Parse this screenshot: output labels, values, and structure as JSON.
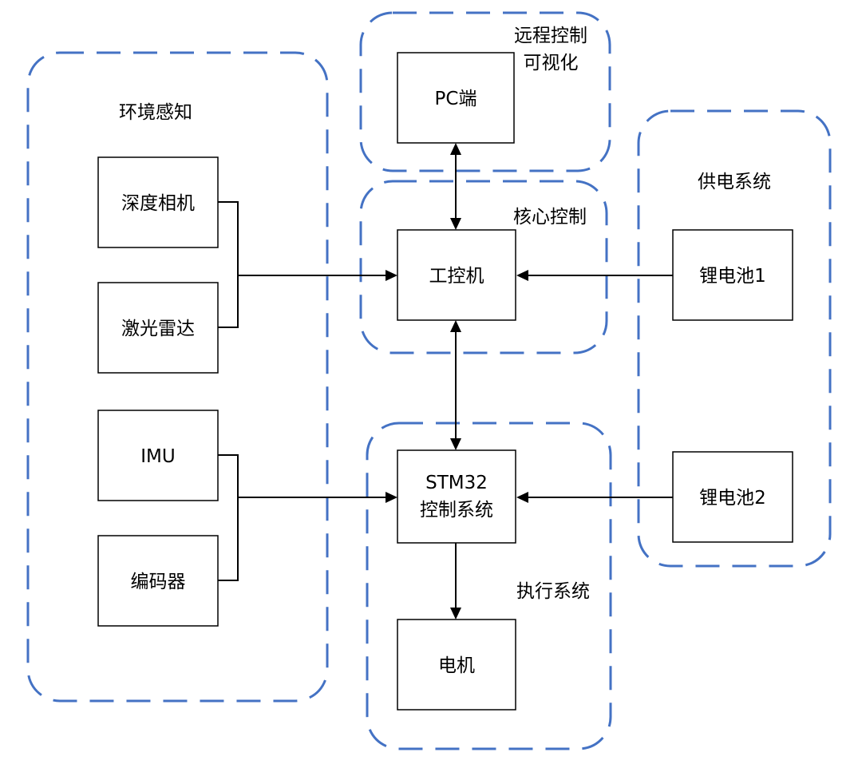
{
  "groups": {
    "env": {
      "label": "环境感知"
    },
    "remote": {
      "label_line1": "远程控制",
      "label_line2": "可视化"
    },
    "core": {
      "label": "核心控制"
    },
    "power": {
      "label": "供电系统"
    },
    "exec": {
      "label": "执行系统"
    }
  },
  "nodes": {
    "depth_camera": "深度相机",
    "lidar": "激光雷达",
    "imu": "IMU",
    "encoder": "编码器",
    "pc": "PC端",
    "ipc": "工控机",
    "stm32_line1": "STM32",
    "stm32_line2": "控制系统",
    "motor": "电机",
    "battery1": "锂电池1",
    "battery2": "锂电池2"
  },
  "colors": {
    "group_border": "#4472c4",
    "box_border": "#000000",
    "connector": "#000000"
  },
  "connections": [
    {
      "from": "depth_camera",
      "to": "ipc",
      "direction": "one-way"
    },
    {
      "from": "lidar",
      "to": "ipc",
      "direction": "one-way"
    },
    {
      "from": "pc",
      "to": "ipc",
      "direction": "two-way"
    },
    {
      "from": "battery1",
      "to": "ipc",
      "direction": "one-way"
    },
    {
      "from": "ipc",
      "to": "stm32",
      "direction": "two-way"
    },
    {
      "from": "imu",
      "to": "stm32",
      "direction": "one-way"
    },
    {
      "from": "encoder",
      "to": "stm32",
      "direction": "one-way"
    },
    {
      "from": "battery2",
      "to": "stm32",
      "direction": "one-way"
    },
    {
      "from": "stm32",
      "to": "motor",
      "direction": "one-way"
    }
  ]
}
